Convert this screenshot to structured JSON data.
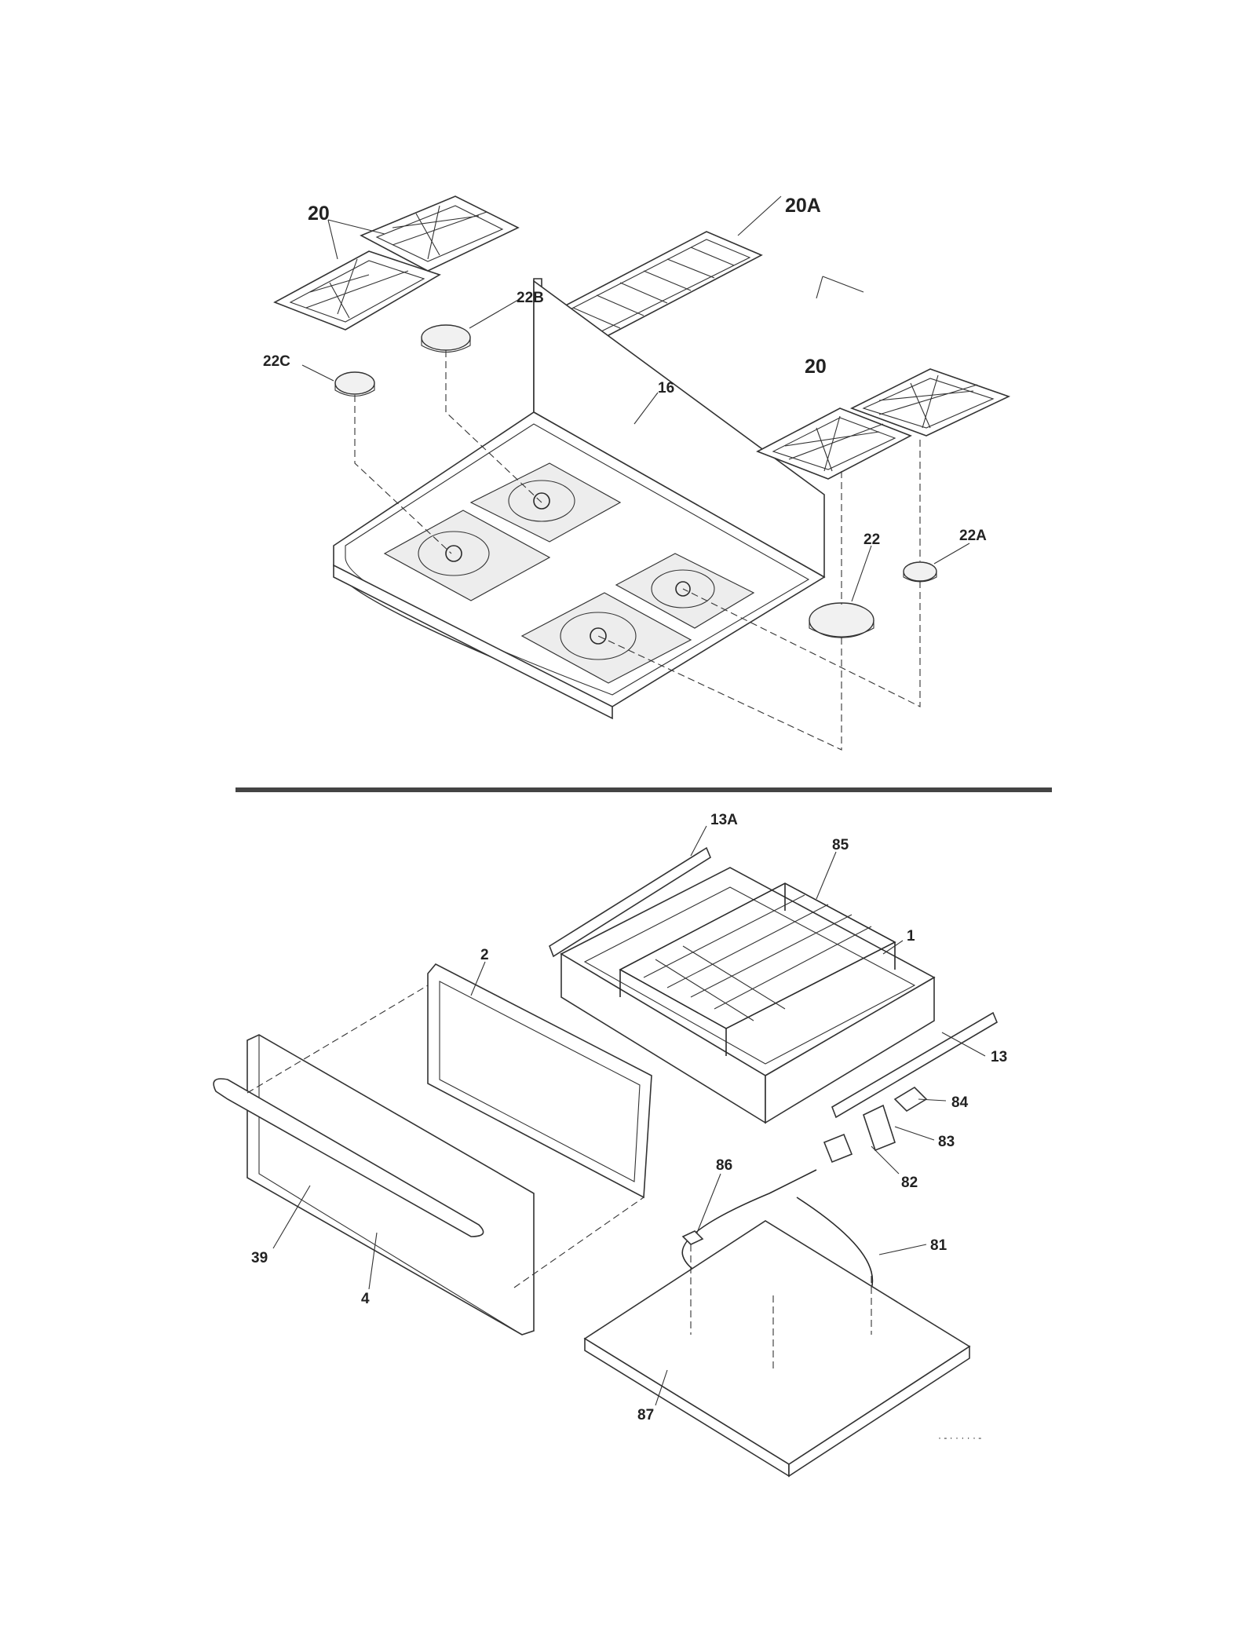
{
  "labels": {
    "grate_left": "20",
    "grate_center": "20A",
    "grate_right": "20",
    "cap_22b": "22B",
    "cap_22c": "22C",
    "cooktop": "16",
    "cap_22": "22",
    "cap_22a": "22A",
    "slide_13a": "13A",
    "rack_85": "85",
    "drawer_body_1": "1",
    "panel_2": "2",
    "slide_13": "13",
    "part_84": "84",
    "part_83": "83",
    "part_82": "82",
    "part_86": "86",
    "element_81": "81",
    "handle_39": "39",
    "front_4": "4",
    "bottom_87": "87",
    "diagram_code": "· ‐ · · · · · ‐"
  }
}
